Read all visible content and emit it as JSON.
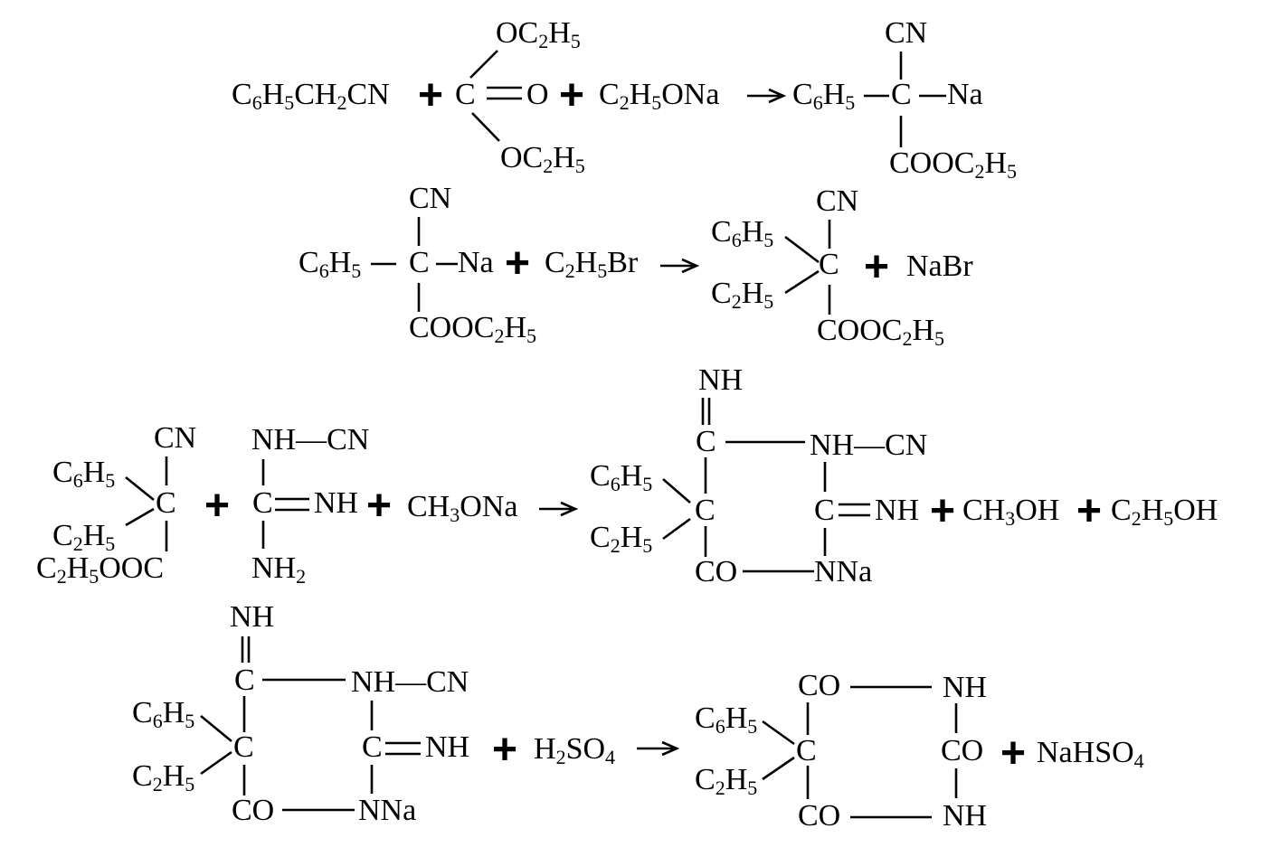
{
  "reactions": [
    {
      "reactants": {
        "benzyl_cyanide": "C6H5CH2CN",
        "carbonate_c": "C",
        "carbonate_o": "O",
        "carbonate_et_top": "OC2H5",
        "carbonate_et_bottom": "OC2H5",
        "ethoxide": "C2H5ONa"
      },
      "products": {
        "top": "CN",
        "left": "C6H5",
        "center": "C",
        "right": "Na",
        "bottom": "COOC2H5"
      }
    },
    {
      "reactants": {
        "top": "CN",
        "left": "C6H5",
        "center": "C",
        "right": "Na",
        "bottom": "COOC2H5",
        "ethyl_bromide": "C2H5Br"
      },
      "products": {
        "top": "CN",
        "left_top": "C6H5",
        "left_bottom": "C2H5",
        "center": "C",
        "bottom": "COOC2H5",
        "byproduct": "NaBr"
      }
    },
    {
      "reactants": {
        "ester_top": "CN",
        "ester_left_top": "C6H5",
        "ester_left_bottom": "C2H5",
        "ester_center": "C",
        "ester_bottom": "C2H5OOC",
        "guan_top": "NH—CN",
        "guan_center": "C",
        "guan_right": "NH",
        "guan_bottom": "NH2",
        "methoxide": "CH3ONa"
      },
      "products": {
        "imine_top": "NH",
        "imine_c": "C",
        "ring_nh_cn": "NH—CN",
        "left_top": "C6H5",
        "left_bottom": "C2H5",
        "center": "C",
        "ring_c": "C",
        "ring_imine": "NH",
        "co": "CO",
        "nna": "NNa",
        "methanol": "CH3OH",
        "ethanol": "C2H5OH"
      }
    },
    {
      "reactants": {
        "imine_top": "NH",
        "imine_c": "C",
        "ring_nh_cn": "NH—CN",
        "left_top": "C6H5",
        "left_bottom": "C2H5",
        "center": "C",
        "ring_c": "C",
        "ring_imine": "NH",
        "co": "CO",
        "nna": "NNa",
        "acid": "H2SO4"
      },
      "products": {
        "co_top": "CO",
        "nh_top": "NH",
        "left_top": "C6H5",
        "left_bottom": "C2H5",
        "center": "C",
        "co_right": "CO",
        "co_bottom": "CO",
        "nh_bottom": "NH",
        "byproduct": "NaHSO4"
      }
    }
  ],
  "symbols": {
    "plus": "+",
    "arrow": "→",
    "double_bond": "="
  }
}
